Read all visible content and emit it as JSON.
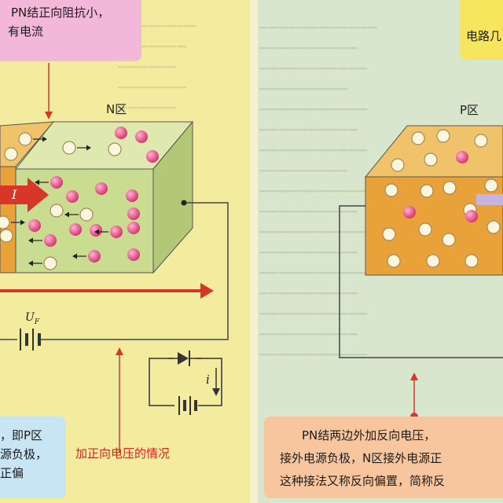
{
  "left": {
    "callout_top": [
      "PN结正向阻抗小，",
      "有电流"
    ],
    "n_label": "N区",
    "current_label": "I",
    "voltage_label": "U",
    "voltage_sub": "F",
    "small_current_label": "i",
    "caption": "加正向电压的情况",
    "callout_bottom": [
      "，即P区",
      "源负极，",
      "正偏"
    ]
  },
  "right": {
    "callout_top": [
      "电路几"
    ],
    "p_label": "P区",
    "callout_bottom": [
      "PN结两边外加反向电压，",
      "接外电源负极，N区接外电源正",
      "这种接法又称反向偏置，简称反"
    ]
  },
  "colors": {
    "orange_block": "#e9a23a",
    "green_block": "#c5d88a",
    "hole": "#fdf6df",
    "electron": "#e64985",
    "arrow_red": "#d9362a"
  }
}
